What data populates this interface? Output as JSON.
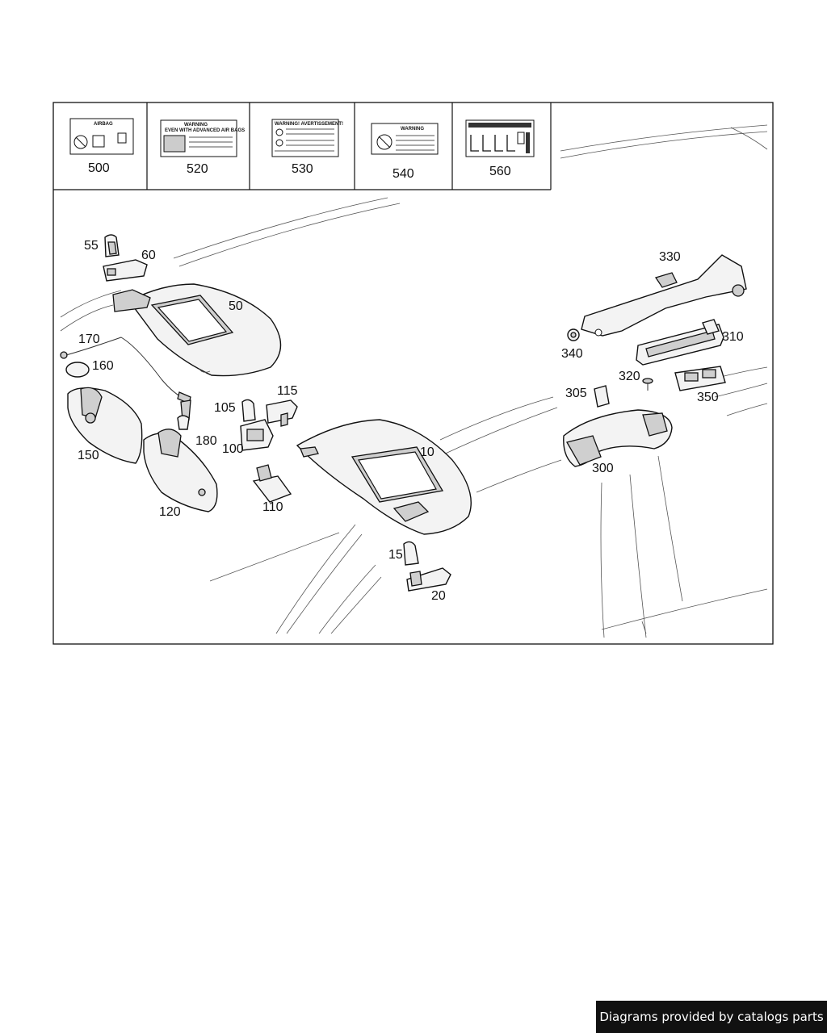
{
  "labels": {
    "warning_labels": [
      "500",
      "520",
      "530",
      "540",
      "560"
    ],
    "callouts": {
      "p10": "10",
      "p15": "15",
      "p20": "20",
      "p50": "50",
      "p55": "55",
      "p60": "60",
      "p100": "100",
      "p105": "105",
      "p110": "110",
      "p115": "115",
      "p120": "120",
      "p150": "150",
      "p160": "160",
      "p170": "170",
      "p180": "180",
      "p300": "300",
      "p305": "305",
      "p310": "310",
      "p320": "320",
      "p330": "330",
      "p340": "340",
      "p350": "350"
    }
  },
  "label_texts": {
    "airbag": "AIRBAG",
    "warning": "WARNING",
    "advanced": "EVEN WITH ADVANCED AIR BAGS",
    "avertissement": "WARNING! AVERTISSEMENT!"
  },
  "footer": {
    "credit": "Diagrams provided by catalogs parts"
  },
  "colors": {
    "ink": "#111111",
    "paper": "#ffffff",
    "credit_bg": "#111111"
  }
}
